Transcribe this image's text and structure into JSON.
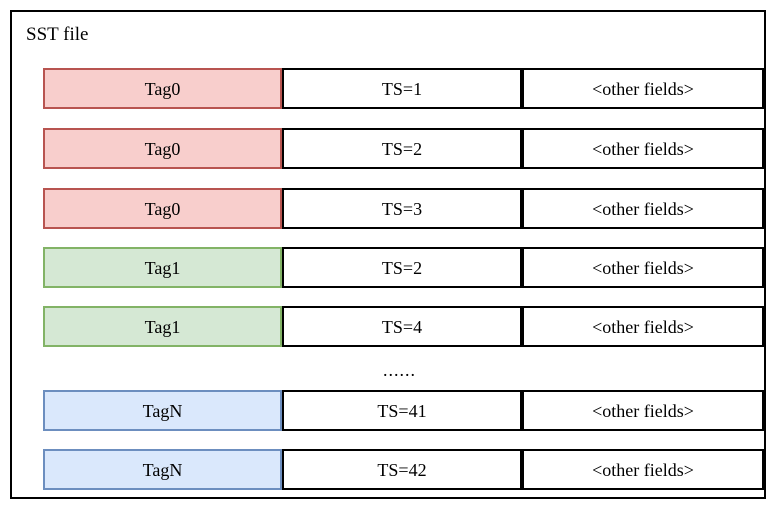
{
  "diagram": {
    "title": "SST file",
    "columns": [
      "tag",
      "timestamp",
      "other_fields"
    ],
    "ellipsis": "......",
    "colors": {
      "frame_border": "#000000",
      "background": "#ffffff",
      "tag0_fill": "#f8cecc",
      "tag0_border": "#b85450",
      "tag1_fill": "#d5e8d4",
      "tag1_border": "#82b366",
      "tagN_fill": "#dae8fc",
      "tagN_border": "#6c8ebf",
      "plain_cell_fill": "#ffffff",
      "plain_cell_border": "#000000"
    },
    "rows": [
      {
        "tag": "Tag0",
        "ts": "TS=1",
        "other": "<other fields>",
        "color": "pink"
      },
      {
        "tag": "Tag0",
        "ts": "TS=2",
        "other": "<other fields>",
        "color": "pink"
      },
      {
        "tag": "Tag0",
        "ts": "TS=3",
        "other": "<other fields>",
        "color": "pink"
      },
      {
        "tag": "Tag1",
        "ts": "TS=2",
        "other": "<other fields>",
        "color": "green"
      },
      {
        "tag": "Tag1",
        "ts": "TS=4",
        "other": "<other fields>",
        "color": "green"
      },
      {
        "tag": "TagN",
        "ts": "TS=41",
        "other": "<other fields>",
        "color": "blue"
      },
      {
        "tag": "TagN",
        "ts": "TS=42",
        "other": "<other fields>",
        "color": "blue"
      }
    ]
  }
}
